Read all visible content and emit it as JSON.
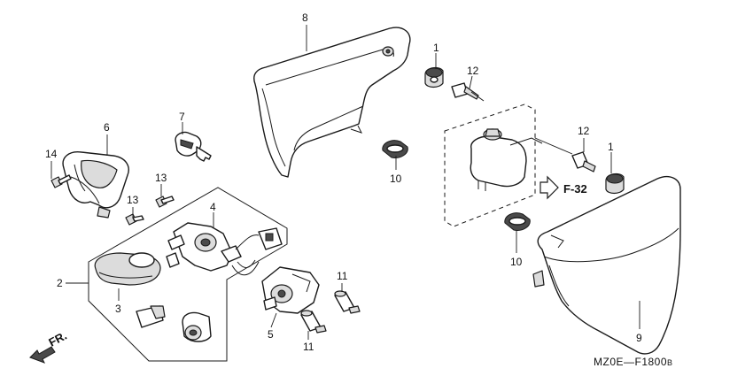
{
  "callouts": {
    "p1a": "1",
    "p1b": "1",
    "p2": "2",
    "p3": "3",
    "p4": "4",
    "p5": "5",
    "p6": "6",
    "p7": "7",
    "p8": "8",
    "p9": "9",
    "p10a": "10",
    "p10b": "10",
    "p11a": "11",
    "p11b": "11",
    "p12a": "12",
    "p12b": "12",
    "p13a": "13",
    "p13b": "13",
    "p14": "14"
  },
  "reference": "F-32",
  "front_label": "FR.",
  "drawing_code": "MZ0E—F1800",
  "drawing_code_suffix": "B"
}
